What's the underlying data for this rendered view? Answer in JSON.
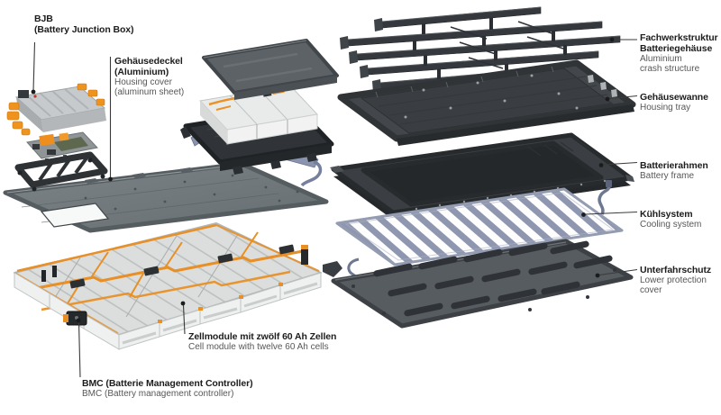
{
  "diagram": {
    "background": "#ffffff",
    "labels": {
      "bjb": {
        "line1": "BJB",
        "line2": "(Battery Junction Box)"
      },
      "housing_cover": {
        "de1": "Gehäusedeckel",
        "de2": "(Aluminium)",
        "en1": "Housing cover",
        "en2": "(aluminum sheet)"
      },
      "crash_structure": {
        "de1": "Fachwerkstruktur",
        "de2": "Batteriegehäuse",
        "en1": "Aluminium",
        "en2": "crash structure"
      },
      "housing_tray": {
        "de": "Gehäusewanne",
        "en": "Housing tray"
      },
      "battery_frame": {
        "de": "Batterierahmen",
        "en": "Battery frame"
      },
      "cooling_system": {
        "de": "Kühlsystem",
        "en": "Cooling system"
      },
      "lower_protection": {
        "de": "Unterfahrschutz",
        "en1": "Lower protection",
        "en2": "cover"
      },
      "cell_modules": {
        "de": "Zellmodule mit zwölf 60 Ah Zellen",
        "en": "Cell module with twelve 60 Ah cells"
      },
      "bmc": {
        "de": "BMC (Batterie Management Controller)",
        "en": "BMC (Battery management controller)"
      }
    },
    "colors": {
      "label_primary": "#1c1c1c",
      "label_secondary": "#575757",
      "accent_orange": "#e88f25",
      "cooling_slate": "#8e97af",
      "dark_metal": "#35393d",
      "mid_metal": "#70777b",
      "light_metal": "#dcdedd"
    }
  }
}
